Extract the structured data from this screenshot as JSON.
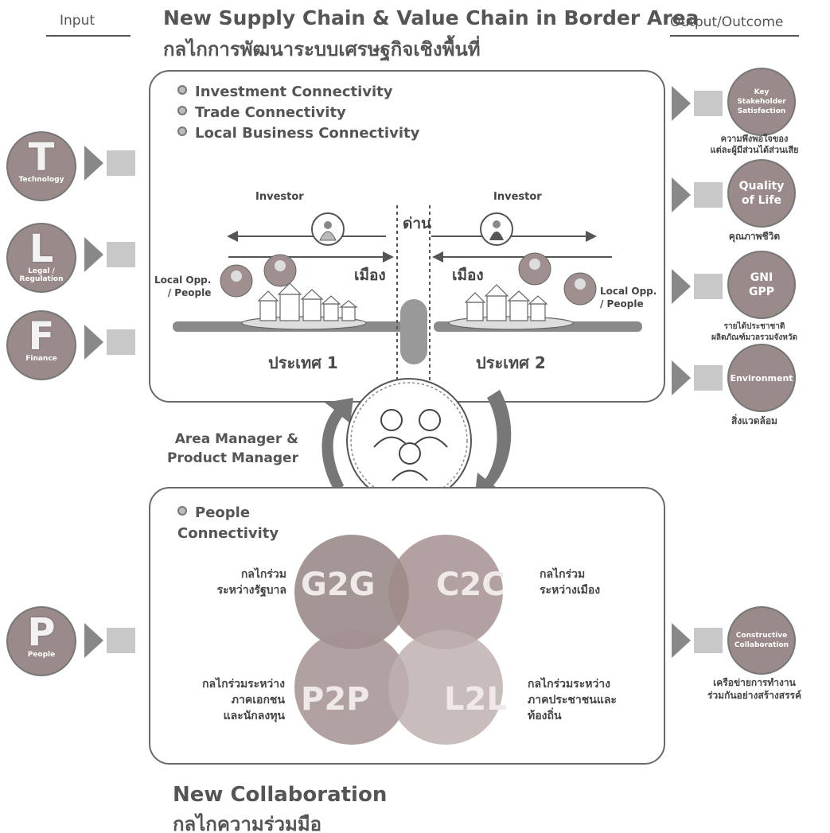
{
  "header": {
    "input_label": "Input",
    "title": "New Supply Chain & Value Chain in Border Area",
    "subtitle": "กลไกการพัฒนาระบบเศรษฐกิจเชิงพื้นที่",
    "output_label": "Output/Outcome"
  },
  "inputs": [
    {
      "letter": "T",
      "label": "Technology"
    },
    {
      "letter": "L",
      "label": "Legal / Regulation"
    },
    {
      "letter": "F",
      "label": "Finance"
    },
    {
      "letter": "P",
      "label": "People"
    }
  ],
  "top_panel": {
    "bullets": [
      "Investment Connectivity",
      "Trade Connectivity",
      "Local Business Connectivity"
    ],
    "investor_left": "Investor",
    "investor_right": "Investor",
    "checkpoint": "ด่าน",
    "city_left": "เมือง",
    "city_right": "เมือง",
    "local_left": "Local Opp.\n/ People",
    "local_right": "Local Opp.\n/ People",
    "country_left": "ประเทศ 1",
    "country_right": "ประเทศ 2"
  },
  "manager_label": "Area Manager &\nProduct Manager",
  "bottom_panel": {
    "bullet": "People\nConnectivity",
    "venn": [
      "G2G",
      "C2C",
      "P2P",
      "L2L"
    ],
    "g2g_text": "กลไกร่วม\nระหว่างรัฐบาล",
    "c2c_text": "กลไกร่วม\nระหว่างเมือง",
    "p2p_text": "กลไกร่วมระหว่าง\nภาคเอกชน\nและนักลงทุน",
    "l2l_text": "กลไกร่วมระหว่าง\nภาคประชาชนและ\nท้องถิ่น"
  },
  "outputs": [
    {
      "circle": "Key\nStakeholder\nSatisfaction",
      "caption": "ความพึงพอใจของ\nแต่ละผู้มีส่วนได้ส่วนเสีย"
    },
    {
      "circle": "Quality\nof Life",
      "caption": "คุณภาพชีวิต"
    },
    {
      "circle": "GNI\nGPP",
      "caption": "รายได้ประชาชาติ\nผลิตภัณฑ์มวลรวมจังหวัด"
    },
    {
      "circle": "Environment",
      "caption": "สิ่งแวดล้อม"
    },
    {
      "circle": "Constructive\nCollaboration",
      "caption": "เครือข่ายการทำงาน\nร่วมกันอย่างสร้างสรรค์"
    }
  ],
  "footer": {
    "title": "New Collaboration",
    "subtitle": "กลไกความร่วมมือ"
  }
}
